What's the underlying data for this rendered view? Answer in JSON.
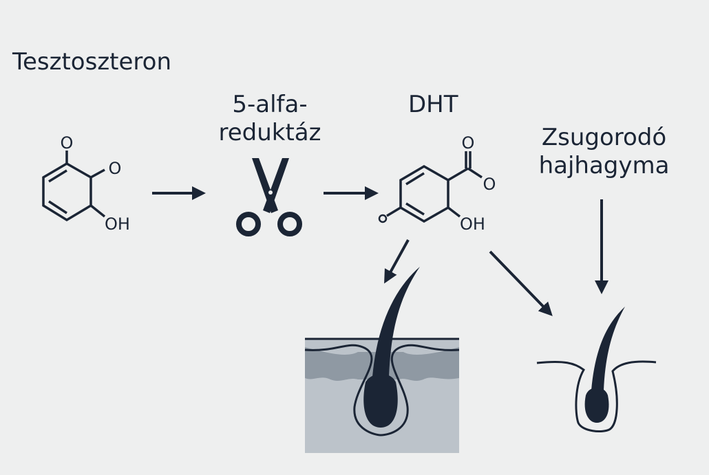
{
  "labels": {
    "testosterone": "Tesztoszteron",
    "enzyme": "5-alfa-\nreduktáz",
    "dht": "DHT",
    "shrinking_follicle": "Zsugorodó\nhajhagyma"
  },
  "molecule_testosterone": {
    "atom_o1": "O",
    "atom_o2": "O",
    "atom_oh": "OH"
  },
  "molecule_dht": {
    "atom_o1": "O",
    "atom_o2": "O",
    "atom_oh": "OH"
  },
  "colors": {
    "ink": "#1b2535",
    "background": "#eeefef",
    "skin": "#bcc3ca",
    "skin_dark": "#8f99a3"
  }
}
